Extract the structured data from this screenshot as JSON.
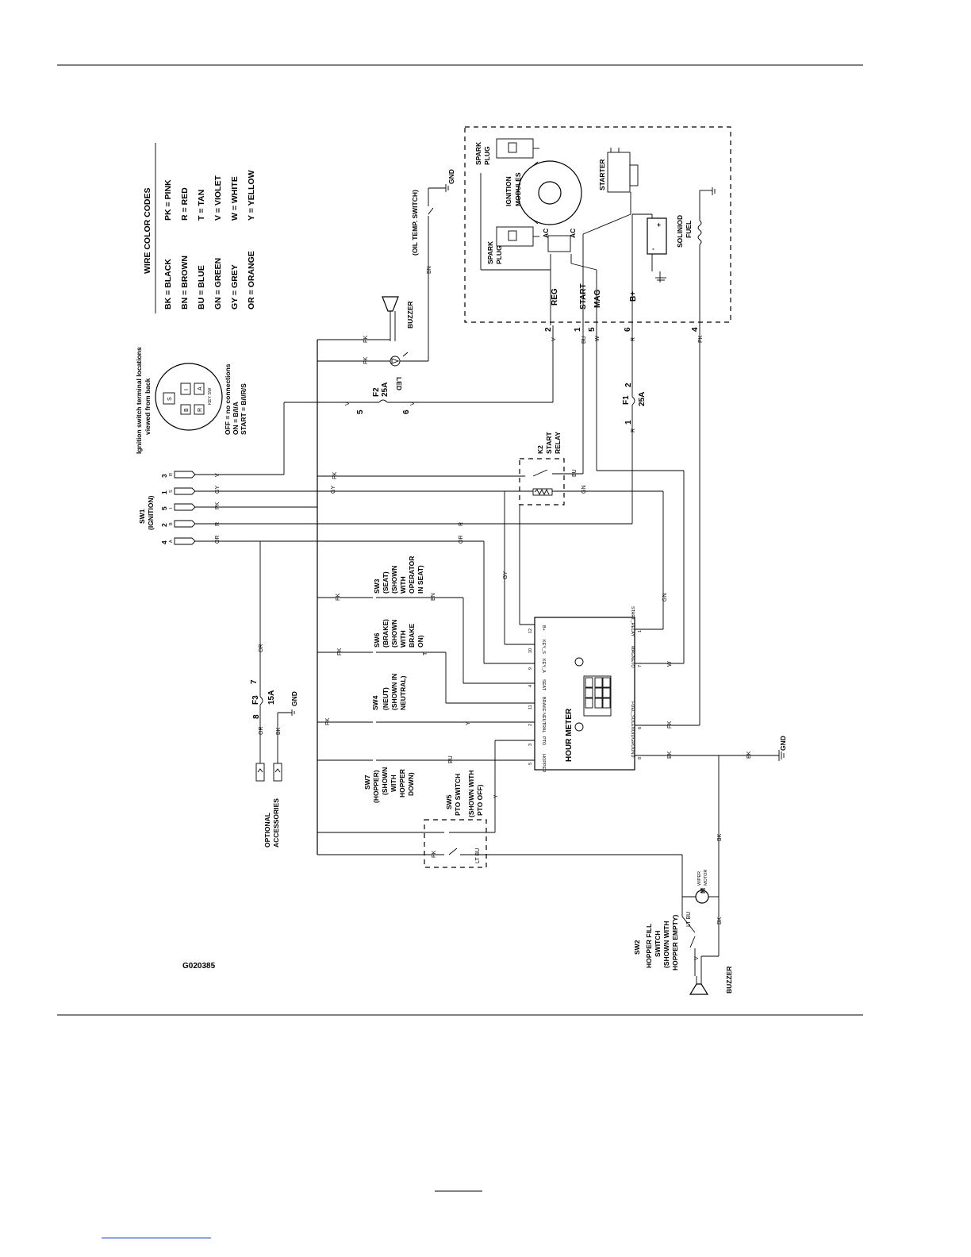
{
  "figure_id": "G020385",
  "legend": {
    "title": "WIRE COLOR CODES",
    "col1": [
      "BK = BLACK",
      "BN = BROWN",
      "BU = BLUE",
      "GN = GREEN",
      "GY = GREY",
      "OR = ORANGE"
    ],
    "col2": [
      "PK = PINK",
      "R = RED",
      "T = TAN",
      "V = VIOLET",
      "W = WHITE",
      "Y = YELLOW"
    ]
  },
  "ignition_note": {
    "title": [
      "Ignition switch terminal locations",
      "viewed from back"
    ],
    "terminals": [
      "S",
      "B",
      "I",
      "R",
      "A"
    ],
    "key_sw": "KEY SW",
    "states": [
      "OFF = no connections",
      "ON = B/I/A",
      "START = B/I/R/S"
    ]
  },
  "engine": {
    "spark_plug": [
      "SPARK",
      "PLUG"
    ],
    "ignition_modules": [
      "IGNITION",
      "MODULES"
    ],
    "ac": "AC",
    "starter": "STARTER",
    "solenoid": [
      "SOLINIOD",
      "FUEL"
    ],
    "plus": "+",
    "minus": "-",
    "pins": [
      {
        "name": "REG",
        "num": "2",
        "color": "V"
      },
      {
        "name": "START",
        "num": "1",
        "color": "BU"
      },
      {
        "name": "MAG",
        "num": "5",
        "color": "W"
      },
      {
        "name": "B+",
        "num": "6",
        "color": "R"
      },
      {
        "name": "",
        "num": "4",
        "color": "PK"
      }
    ]
  },
  "oil_switch": "(OIL TEMP. SWITCH)",
  "gnd": "GND",
  "buzzer": "BUZZER",
  "led": "LED",
  "fuses": {
    "f2": {
      "name": "F2",
      "rating": "25A",
      "a": "5",
      "b": "6"
    },
    "f1": {
      "name": "F1",
      "rating": "25A",
      "a": "1",
      "b": "2"
    },
    "f3": {
      "name": "F3",
      "rating": "15A",
      "a": "7",
      "b": "8"
    }
  },
  "relay": {
    "name": "K2",
    "desc": [
      "START",
      "RELAY"
    ]
  },
  "sw1": {
    "name": [
      "SW1",
      "(IGNITION)"
    ],
    "rows": [
      {
        "num": "3",
        "term": "R",
        "color": "V"
      },
      {
        "num": "1",
        "term": "S",
        "color": "GY"
      },
      {
        "num": "5",
        "term": "I",
        "color": "PK"
      },
      {
        "num": "2",
        "term": "B",
        "color": "R"
      },
      {
        "num": "4",
        "term": "A",
        "color": "OR"
      }
    ]
  },
  "switches": {
    "sw3": [
      "SW3",
      "(SEAT)",
      "(SHOWN",
      "WITH",
      "OPERATOR",
      "IN SEAT)"
    ],
    "sw6": [
      "SW6",
      "(BRAKE)",
      "(SHOWN",
      "WITH",
      "BRAKE",
      "ON)"
    ],
    "sw4": [
      "SW4",
      "(NEUT)",
      "(SHOWN IN",
      "NEUTRAL)"
    ],
    "sw7": [
      "SW7",
      "(HOPPER)",
      "(SHOWN",
      "WITH",
      "HOPPER",
      "DOWN)"
    ],
    "sw5": [
      "SW5",
      "PTO SWITCH",
      "(SHOWN WITH",
      "PTO OFF)"
    ],
    "sw2": [
      "SW2",
      "HOPPER FILL",
      "SWITCH",
      "(SHOWN WITH",
      "HOPPER EMPTY)"
    ]
  },
  "accessories": [
    "OPTIONAL",
    "ACCESSORIES"
  ],
  "hour_meter": {
    "title": "HOUR METER",
    "left_pins": [
      {
        "num": "12",
        "label": "B+"
      },
      {
        "num": "10",
        "label": "KEY_S"
      },
      {
        "num": "9",
        "label": "KEY_A"
      },
      {
        "num": "4",
        "label": "SEAT"
      },
      {
        "num": "11",
        "label": "BRAKE"
      },
      {
        "num": "2",
        "label": "NEUTRAL"
      },
      {
        "num": "3",
        "label": "PTO"
      },
      {
        "num": "5",
        "label": "HOPPER"
      }
    ],
    "right_pins": [
      {
        "num": "1",
        "label": "START_RELAY"
      },
      {
        "num": "7",
        "label": "MAGNETO"
      },
      {
        "num": "6",
        "label": "FUEL_SOLENOID"
      },
      {
        "num": "8",
        "label": "GROUND"
      }
    ]
  },
  "wiper_motor": {
    "symbol": "M",
    "label": [
      "WIPER",
      "MOTOR"
    ]
  },
  "wire_labels": {
    "pk": "PK",
    "v": "V",
    "gy": "GY",
    "gn": "GN",
    "r": "R",
    "or": "OR",
    "bn": "BN",
    "bu": "BU",
    "t": "T",
    "y": "Y",
    "w": "W",
    "bk": "BK",
    "ltbu": "LT BU"
  }
}
